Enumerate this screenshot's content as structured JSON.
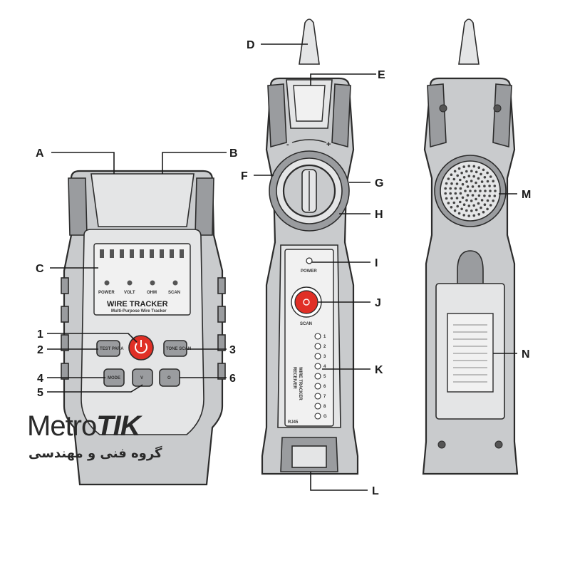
{
  "callouts": {
    "A": "A",
    "B": "B",
    "C": "C",
    "D": "D",
    "E": "E",
    "F": "F",
    "G": "G",
    "H": "H",
    "I": "I",
    "J": "J",
    "K": "K",
    "L": "L",
    "M": "M",
    "N": "N",
    "n1": "1",
    "n2": "2",
    "n3": "3",
    "n4": "4",
    "n5": "5",
    "n6": "6"
  },
  "transmitter": {
    "leds": [
      "POWER",
      "VOLT",
      "OHM",
      "SCAN"
    ],
    "title": "WIRE TRACKER",
    "subtitle": "Multi-Purpose Wire Tracker",
    "btn_left_top": "TEST PARA",
    "btn_right_top": "TONE SCAN",
    "btn_left_bottom": "MODE",
    "btn_mid_bottom": "V",
    "btn_right_bottom": "O"
  },
  "receiver": {
    "power_label": "POWER",
    "scan_label": "SCAN",
    "vertical_label_1": "WIRE TRACKER",
    "vertical_label_2": "RECEIVER",
    "port_numbers": [
      "1",
      "2",
      "3",
      "4",
      "5",
      "6",
      "7",
      "8",
      "G"
    ],
    "rj45_label": "RJ45",
    "minus": "-",
    "plus": "+"
  },
  "logo": {
    "word_plain": "Metro",
    "word_bold": "TIK",
    "subtitle": "گروه فنی و مهندسی"
  }
}
